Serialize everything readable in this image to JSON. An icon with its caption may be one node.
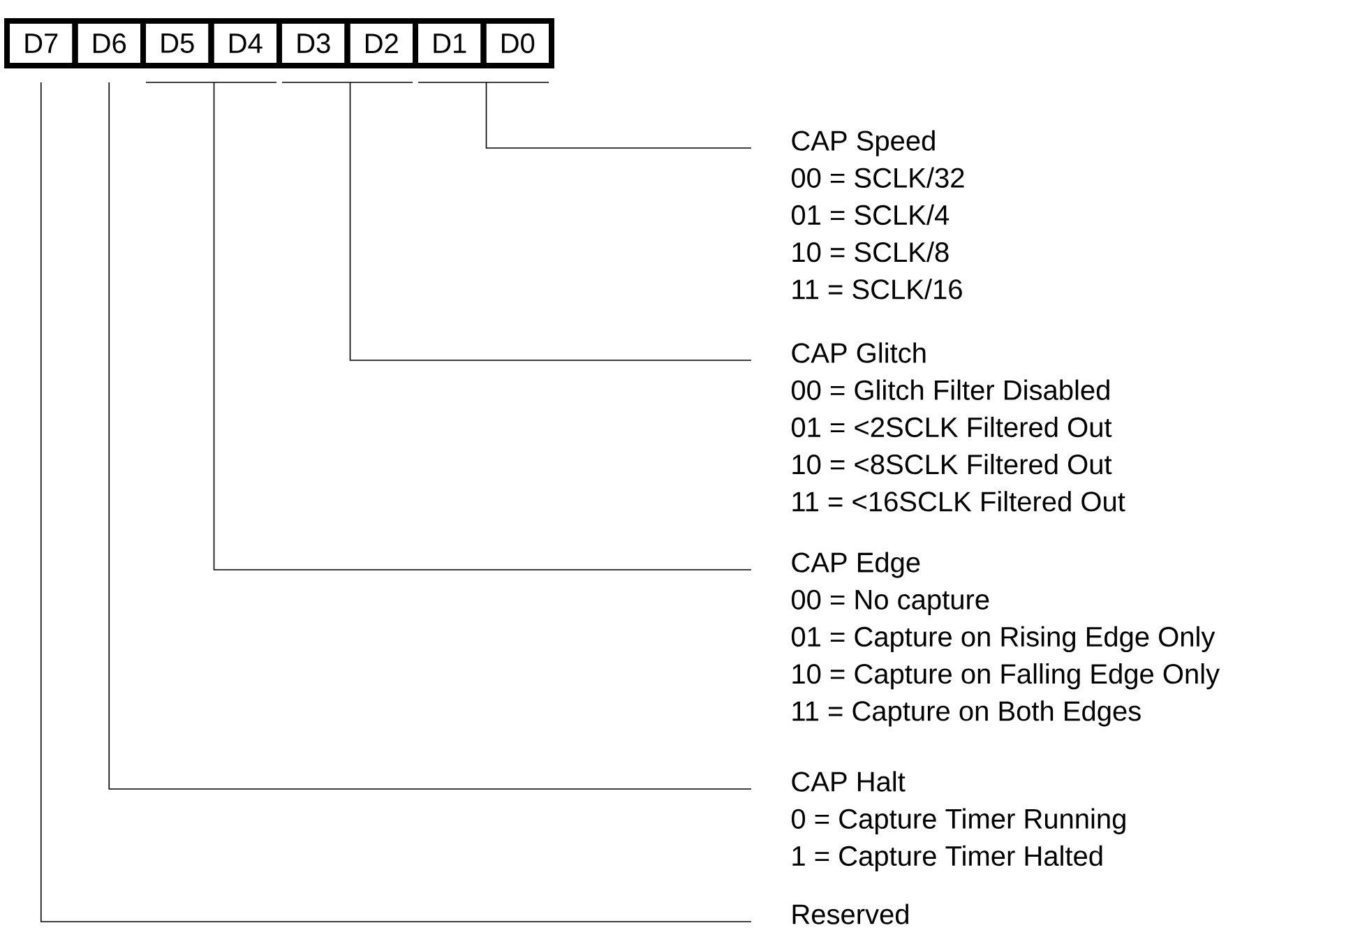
{
  "diagram": {
    "nodes": [
      {
        "text": [
          "D7"
        ]
      },
      {
        "text": [
          "D6"
        ]
      },
      {
        "text": [
          "D5"
        ]
      },
      {
        "text": [
          "D4"
        ]
      },
      {
        "text": [
          "D3"
        ]
      },
      {
        "text": [
          "D2"
        ]
      },
      {
        "text": [
          "D1"
        ]
      },
      {
        "text": [
          "D0"
        ]
      },
      {
        "text": [
          "CAP Speed",
          "00 = SCLK/32",
          "01 = SCLK/4",
          "10 = SCLK/8",
          "11 = SCLK/16"
        ]
      },
      {
        "text": [
          "CAP Glitch",
          "00 = Glitch Filter Disabled",
          "01 = <2SCLK Filtered Out",
          "10 = <8SCLK Filtered Out",
          "11 = <16SCLK Filtered Out"
        ]
      },
      {
        "text": [
          "CAP Edge",
          "00 = No capture",
          "01 = Capture on Rising Edge Only",
          "10 = Capture on Falling Edge Only",
          "11 = Capture on Both Edges"
        ]
      },
      {
        "text": [
          "CAP Halt",
          "0 = Capture Timer Running",
          "1 = Capture Timer Halted"
        ]
      },
      {
        "text": [
          "Reserved"
        ]
      }
    ],
    "edges": [
      {
        "from": 6,
        "to": 8,
        "arrow": "none"
      },
      {
        "from": 7,
        "to": 8,
        "arrow": "none"
      },
      {
        "from": 4,
        "to": 9,
        "arrow": "none"
      },
      {
        "from": 5,
        "to": 9,
        "arrow": "none"
      },
      {
        "from": 2,
        "to": 10,
        "arrow": "none"
      },
      {
        "from": 3,
        "to": 10,
        "arrow": "none"
      },
      {
        "from": 1,
        "to": 11,
        "arrow": "none"
      },
      {
        "from": 0,
        "to": 12,
        "arrow": "none"
      }
    ]
  }
}
